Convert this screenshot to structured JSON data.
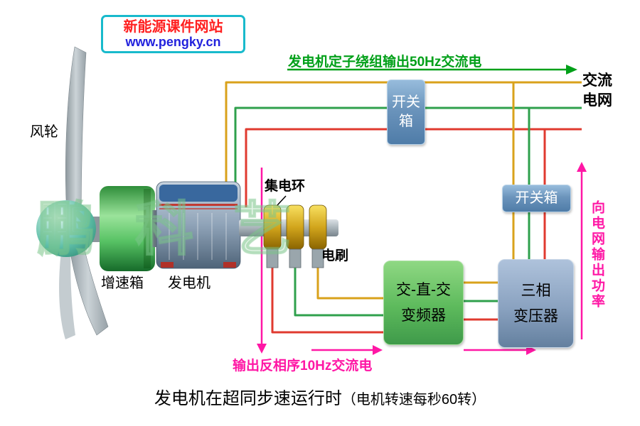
{
  "header": {
    "site_name": "新能源课件网站",
    "site_url": "www.pengky.cn"
  },
  "machine_labels": {
    "rotor": "风轮",
    "gearbox": "增速箱",
    "generator": "发电机",
    "slip_ring": "集电环",
    "brushes": "电刷"
  },
  "grid": {
    "line1": "交流",
    "line2": "电网"
  },
  "boxes": {
    "switch_top": {
      "line1": "开关",
      "line2": "箱"
    },
    "switch_right": {
      "label": "开关箱"
    },
    "converter": {
      "line1": "交-直-交",
      "line2": "变频器"
    },
    "transformer": {
      "line1": "三相",
      "line2": "变压器"
    }
  },
  "annotations": {
    "stator_output": "发电机定子绕组输出50Hz交流电",
    "rotor_output": "输出反相序10Hz交流电",
    "power_to_grid": "向电网输出功率"
  },
  "title": {
    "main": "发电机在超同步速运行时",
    "note": "（电机转速每秒60转）"
  },
  "watermark": "鹏科艺",
  "colors": {
    "wire-yellow": "#D9A21B",
    "wire-green": "#2FA04C",
    "wire-red": "#E03A2F",
    "arrow-green": "#00A018",
    "accent-pink": "#FF17A5",
    "banner-border": "#18BACC",
    "banner-red": "#FF2020",
    "banner-blue": "#2222DD"
  }
}
